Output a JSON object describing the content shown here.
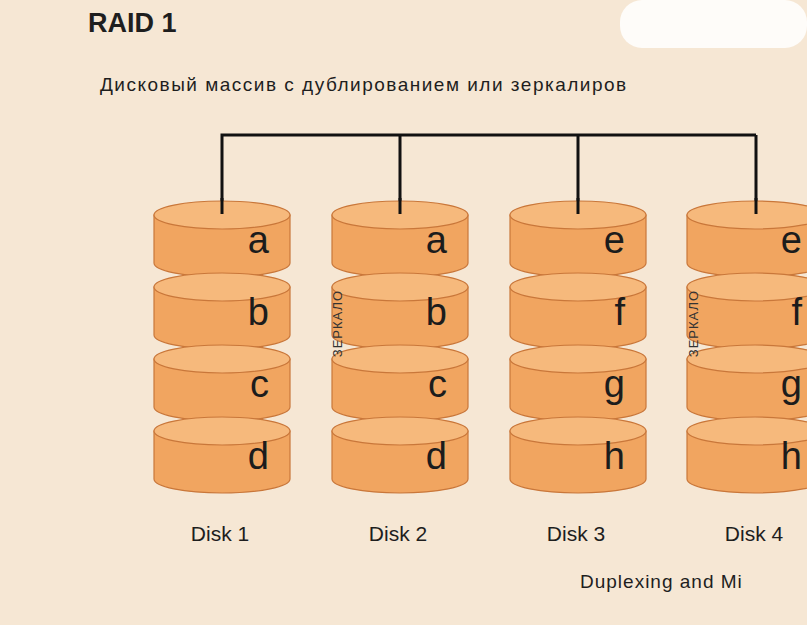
{
  "diagram": {
    "title": "RAID 1",
    "caption": "Duplexing and Mi",
    "nodes": [
      {
        "text": [
          "a"
        ]
      },
      {
        "text": [
          "b"
        ]
      },
      {
        "text": [
          "c"
        ]
      },
      {
        "text": [
          "d"
        ]
      },
      {
        "text": [
          "a"
        ]
      },
      {
        "text": [
          "b"
        ]
      },
      {
        "text": [
          "c"
        ]
      },
      {
        "text": [
          "d"
        ]
      },
      {
        "text": [
          "e"
        ]
      },
      {
        "text": [
          "f"
        ]
      },
      {
        "text": [
          "g"
        ]
      },
      {
        "text": [
          "h"
        ]
      },
      {
        "text": [
          "e"
        ]
      },
      {
        "text": [
          "f"
        ]
      },
      {
        "text": [
          "g"
        ]
      },
      {
        "text": [
          "h"
        ]
      }
    ],
    "labels": [
      "Дисковый массив с дублированием или зеркалиров",
      "ЗЕРКАЛО",
      "ЗЕРКАЛО",
      "Disk 1",
      "Disk 2",
      "Disk 3",
      "Disk 4"
    ]
  }
}
